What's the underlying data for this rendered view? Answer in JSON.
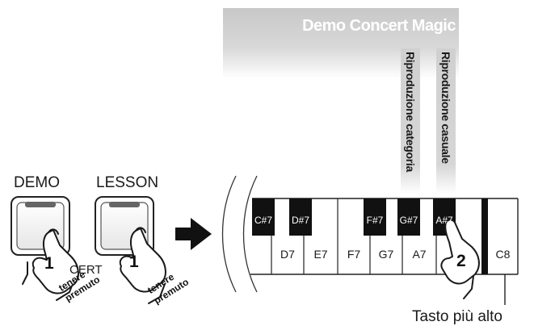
{
  "demo_banner": "Demo Concert Magic",
  "buttons": {
    "demo": "DEMO",
    "lesson": "LESSON"
  },
  "hand_step_1": "1",
  "hand_step_2": "2",
  "hold_label": [
    "tenere",
    "premuto"
  ],
  "covered_button_text": "CERT",
  "functions": {
    "category": "Riproduzione categoria",
    "random": "Riproduzione casuale"
  },
  "black_keys": [
    "C#7",
    "D#7",
    "F#7",
    "G#7",
    "A#7"
  ],
  "white_keys": [
    "D7",
    "E7",
    "F7",
    "G7",
    "A7",
    "C8"
  ],
  "highest_key_note": "Tasto più alto",
  "colors": {
    "banner": "#c8c8c8",
    "function_bar": "#cccccc",
    "key_black": "#111111"
  }
}
